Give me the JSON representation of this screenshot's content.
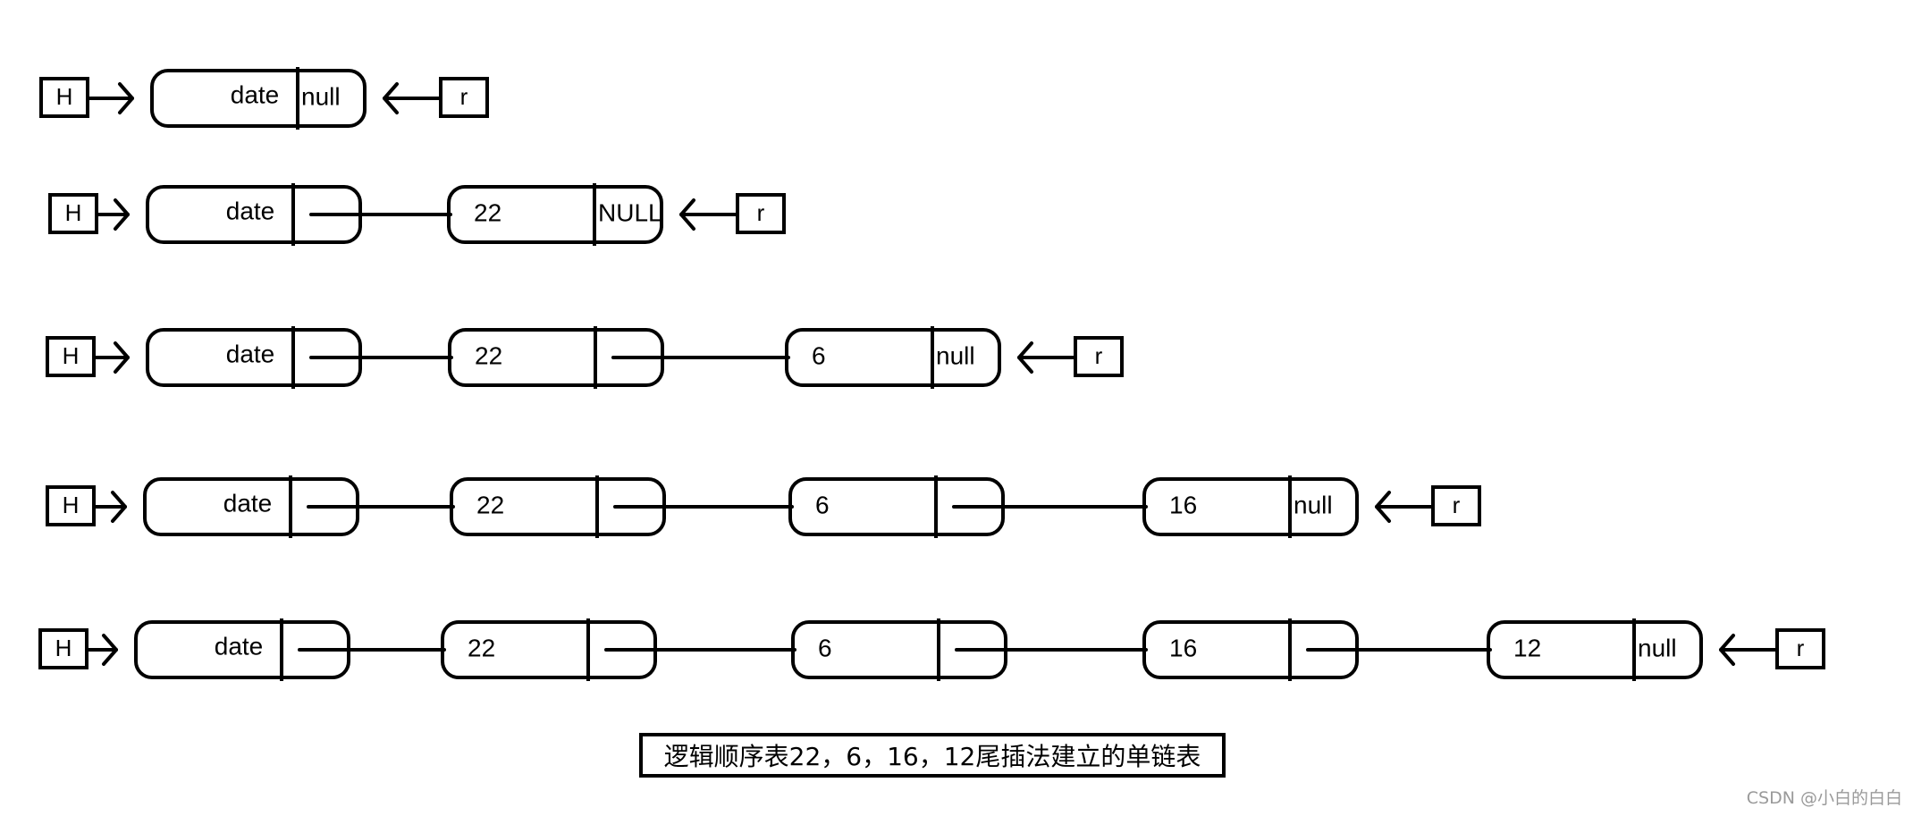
{
  "labels": {
    "head": "H",
    "rear": "r",
    "head_node": "date",
    "null_lower": "null",
    "null_upper": "NULL"
  },
  "rows": [
    {
      "nodes": [
        {
          "data": "date",
          "next": "null"
        }
      ]
    },
    {
      "nodes": [
        {
          "data": "date",
          "next": ""
        },
        {
          "data": "22",
          "next": "NULL"
        }
      ]
    },
    {
      "nodes": [
        {
          "data": "date",
          "next": ""
        },
        {
          "data": "22",
          "next": ""
        },
        {
          "data": "6",
          "next": "null"
        }
      ]
    },
    {
      "nodes": [
        {
          "data": "date",
          "next": ""
        },
        {
          "data": "22",
          "next": ""
        },
        {
          "data": "6",
          "next": ""
        },
        {
          "data": "16",
          "next": "null"
        }
      ]
    },
    {
      "nodes": [
        {
          "data": "date",
          "next": ""
        },
        {
          "data": "22",
          "next": ""
        },
        {
          "data": "6",
          "next": ""
        },
        {
          "data": "16",
          "next": ""
        },
        {
          "data": "12",
          "next": "null"
        }
      ]
    }
  ],
  "caption": "逻辑顺序表22，6，16，12尾插法建立的单链表",
  "watermark": "CSDN @小白的白白",
  "colors": {
    "ink": "#000000",
    "watermark": "#9a9a9a"
  }
}
